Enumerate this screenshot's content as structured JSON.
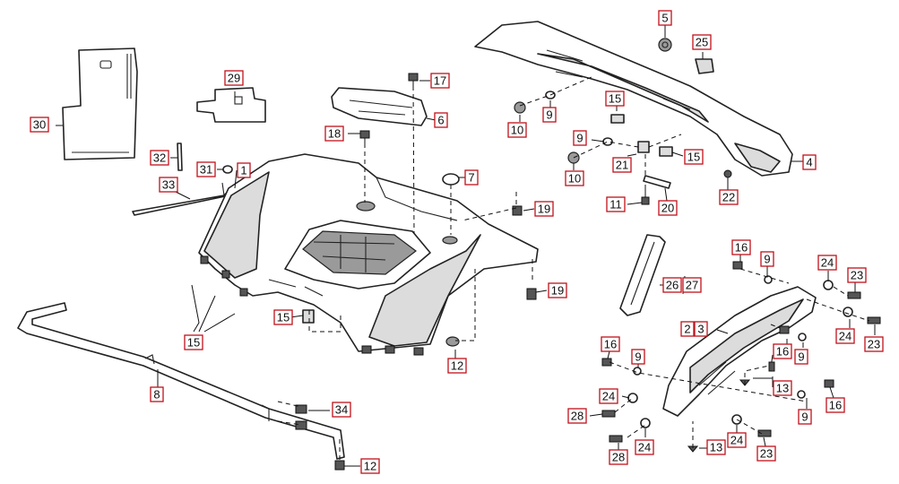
{
  "callouts": [
    {
      "id": "c1",
      "label": "1"
    },
    {
      "id": "c2",
      "label": "2"
    },
    {
      "id": "c3",
      "label": "3"
    },
    {
      "id": "c4",
      "label": "4"
    },
    {
      "id": "c5",
      "label": "5"
    },
    {
      "id": "c6",
      "label": "6"
    },
    {
      "id": "c7",
      "label": "7"
    },
    {
      "id": "c8",
      "label": "8"
    },
    {
      "id": "c9a",
      "label": "9"
    },
    {
      "id": "c9b",
      "label": "9"
    },
    {
      "id": "c9c",
      "label": "9"
    },
    {
      "id": "c9d",
      "label": "9"
    },
    {
      "id": "c9e",
      "label": "9"
    },
    {
      "id": "c9f",
      "label": "9"
    },
    {
      "id": "c10a",
      "label": "10"
    },
    {
      "id": "c10b",
      "label": "10"
    },
    {
      "id": "c11",
      "label": "11"
    },
    {
      "id": "c12a",
      "label": "12"
    },
    {
      "id": "c12b",
      "label": "12"
    },
    {
      "id": "c13a",
      "label": "13"
    },
    {
      "id": "c13b",
      "label": "13"
    },
    {
      "id": "c15a",
      "label": "15"
    },
    {
      "id": "c15b",
      "label": "15"
    },
    {
      "id": "c15c",
      "label": "15"
    },
    {
      "id": "c15d",
      "label": "15"
    },
    {
      "id": "c16a",
      "label": "16"
    },
    {
      "id": "c16b",
      "label": "16"
    },
    {
      "id": "c16c",
      "label": "16"
    },
    {
      "id": "c16d",
      "label": "16"
    },
    {
      "id": "c17",
      "label": "17"
    },
    {
      "id": "c18",
      "label": "18"
    },
    {
      "id": "c19a",
      "label": "19"
    },
    {
      "id": "c19b",
      "label": "19"
    },
    {
      "id": "c20",
      "label": "20"
    },
    {
      "id": "c21",
      "label": "21"
    },
    {
      "id": "c22",
      "label": "22"
    },
    {
      "id": "c23a",
      "label": "23"
    },
    {
      "id": "c23b",
      "label": "23"
    },
    {
      "id": "c23c",
      "label": "23"
    },
    {
      "id": "c24a",
      "label": "24"
    },
    {
      "id": "c24b",
      "label": "24"
    },
    {
      "id": "c24c",
      "label": "24"
    },
    {
      "id": "c24d",
      "label": "24"
    },
    {
      "id": "c24e",
      "label": "24"
    },
    {
      "id": "c25",
      "label": "25"
    },
    {
      "id": "c26",
      "label": "26"
    },
    {
      "id": "c27",
      "label": "27"
    },
    {
      "id": "c28a",
      "label": "28"
    },
    {
      "id": "c28b",
      "label": "28"
    },
    {
      "id": "c29",
      "label": "29"
    },
    {
      "id": "c30",
      "label": "30"
    },
    {
      "id": "c31",
      "label": "31"
    },
    {
      "id": "c32",
      "label": "32"
    },
    {
      "id": "c33",
      "label": "33"
    },
    {
      "id": "c34",
      "label": "34"
    }
  ]
}
